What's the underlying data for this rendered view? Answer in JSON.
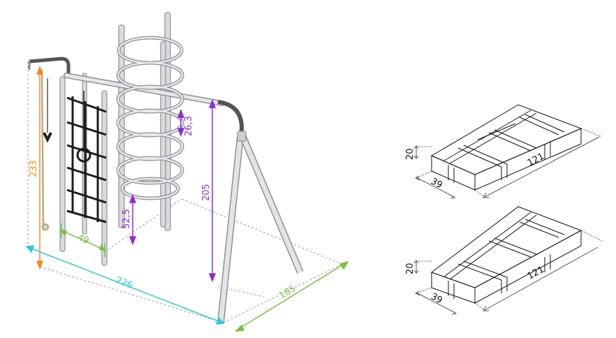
{
  "colors": {
    "height": "#f08a1f",
    "width": "#33c7d8",
    "depth": "#76c043",
    "detail": "#8e2bd6",
    "frame": "#d9dbde",
    "frame_stroke": "#8c9096",
    "rope_net": "#1c1c1c",
    "box_stroke": "#111111",
    "guide": "#9a9a9a"
  },
  "dimensions": {
    "height_total": "233",
    "width_total": "226",
    "depth_total": "185",
    "ladder_step": "49",
    "swing_height": "205",
    "bottom_clearance": "52,5",
    "ring_spacing": "26,3"
  },
  "packages": [
    {
      "height": "20",
      "width": "39",
      "length": "121"
    },
    {
      "height": "20",
      "width": "39",
      "length": "121"
    }
  ]
}
